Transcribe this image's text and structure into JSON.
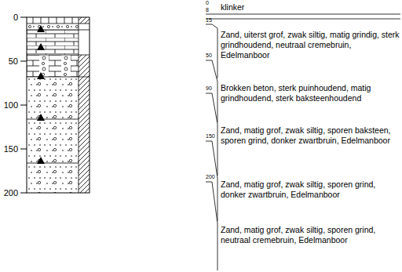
{
  "diagram": {
    "labels": [
      "0",
      "50",
      "100",
      "150",
      "200",
      "0",
      "8",
      "15",
      "klinker",
      "Zand, uiterst grof, zwak siltig, matig grindig, sterk grindhoudend, neutraal cremebruin, Edelmanboor",
      "50",
      "Brokken beton, sterk puinhoudend, matig grindhoudend, sterk baksteenhoudend",
      "90",
      "Zand, matig grof, zwak siltig, sporen baksteen, sporen grind, donker zwartbruin, Edelmanboor",
      "150",
      "Zand, matig grof, zwak siltig, sporen grind, donker zwartbruin, Edelmanboor",
      "200",
      "Zand, matig grof, zwak siltig, sporen grind, neutraal cremebruin, Edelmanboor"
    ]
  }
}
